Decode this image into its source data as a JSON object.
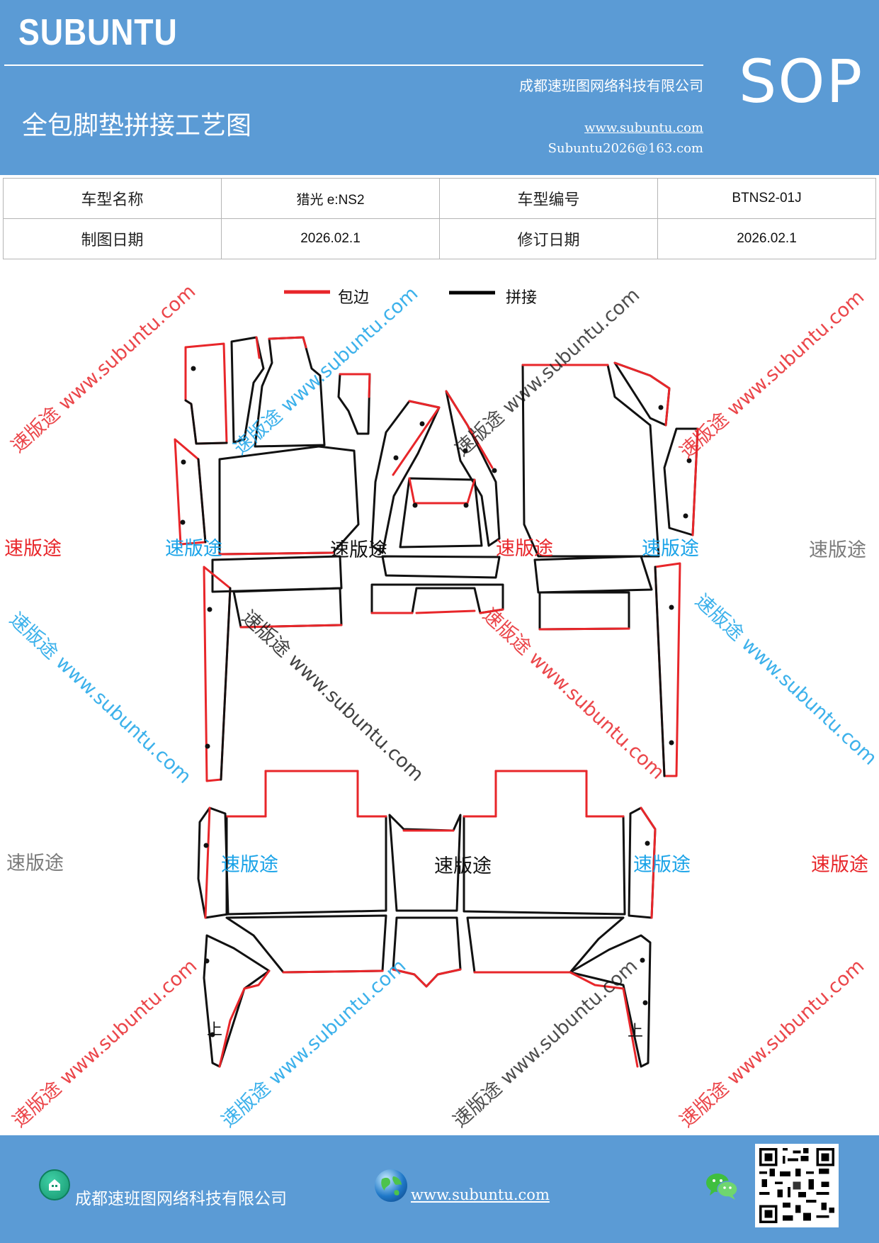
{
  "header": {
    "brand": "SUBUNTU",
    "company": "成都速班图网络科技有限公司",
    "title": "全包脚垫拼接工艺图",
    "website": "www.subuntu.com",
    "email": "Subuntu2026@163.com",
    "badge": "SOP"
  },
  "info_table": {
    "row1": {
      "label1": "车型名称",
      "value1": "猎光 e:NS2",
      "label2": "车型编号",
      "value2": "BTNS2-01J"
    },
    "row2": {
      "label1": "制图日期",
      "value1": "2026.02.1",
      "label2": "修订日期",
      "value2": "2026.02.1"
    }
  },
  "legend": {
    "edge_label": "包边",
    "edge_color": "#e8262a",
    "joint_label": "拼接",
    "joint_color": "#000000"
  },
  "marks": {
    "up_left": "上",
    "up_right": "上"
  },
  "watermarks": {
    "short": "速版途",
    "long": "速版途 www.subuntu.com",
    "colors": {
      "red": "#e8262a",
      "blue": "#1aa3e8",
      "gray": "#7a7a7a",
      "black": "#111111"
    }
  },
  "footer": {
    "company": "成都速班图网络科技有限公司",
    "website": "www.subuntu.com ",
    "icons": [
      "home-icon",
      "globe-icon",
      "wechat-icon",
      "qr-code"
    ]
  }
}
